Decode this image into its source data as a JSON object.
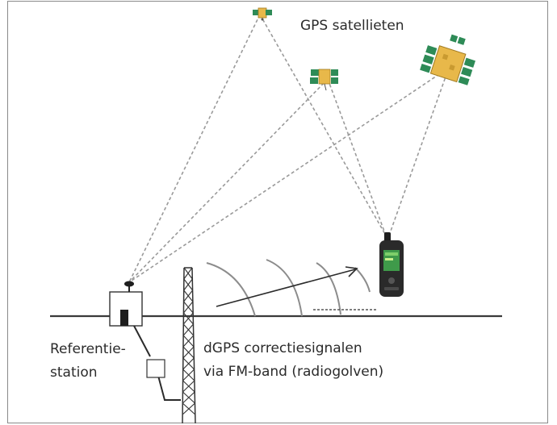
{
  "labels": {
    "satellites": "GPS satellieten",
    "station_line1": "Referentie-",
    "station_line2": "station",
    "signal_line1": "dGPS correctiesignalen",
    "signal_line2": "via FM-band (radiogolven)"
  },
  "colors": {
    "ground": "#3a3a3a",
    "dashed": "#9a9a9a",
    "tower": "#333333",
    "satellite_panel": "#2e8b57",
    "satellite_body": "#e8b84a",
    "receiver_screen": "#3f9a4a"
  }
}
